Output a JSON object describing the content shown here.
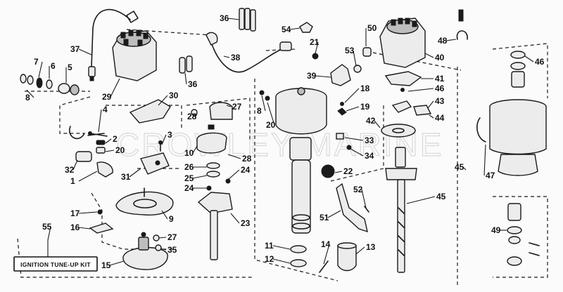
{
  "diagram": {
    "kit_label": "IGNITION TUNE-UP KIT",
    "watermark": "CROWLEY MARINE",
    "callouts": [
      "1",
      "2",
      "3",
      "4",
      "5",
      "6",
      "7",
      "8",
      "9",
      "10",
      "11",
      "12",
      "13",
      "14",
      "15",
      "16",
      "17",
      "18",
      "19",
      "20",
      "21",
      "22",
      "23",
      "24",
      "25",
      "26",
      "27",
      "28",
      "29",
      "30",
      "31",
      "32",
      "33",
      "34",
      "35",
      "36",
      "37",
      "38",
      "39",
      "40",
      "41",
      "42",
      "43",
      "44",
      "45",
      "46",
      "47",
      "48",
      "49",
      "50",
      "51",
      "52",
      "53",
      "54",
      "55"
    ]
  }
}
